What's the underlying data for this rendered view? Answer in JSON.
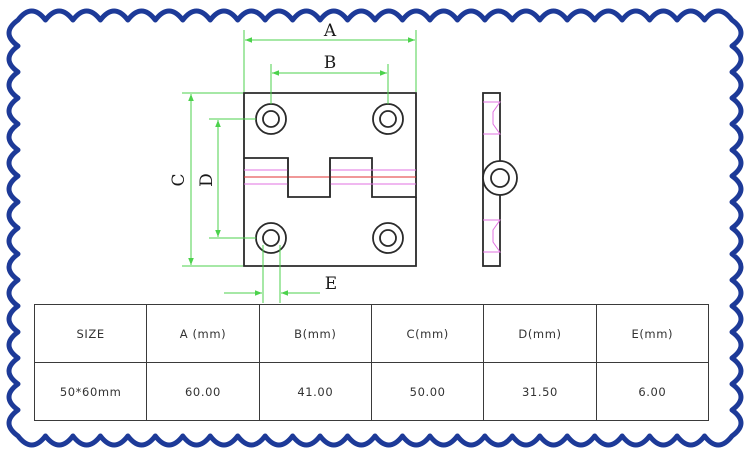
{
  "colors": {
    "border": "#1d3a98",
    "dimension_line": "#4cd24c",
    "outline": "#2a2a2a",
    "accent_magenta": "#e070e0",
    "accent_red": "#e03030"
  },
  "drawing": {
    "dim_labels": {
      "a": "A",
      "b": "B",
      "c": "C",
      "d": "D",
      "e": "E"
    }
  },
  "spec_table": {
    "headers": [
      "SIZE",
      "A (mm)",
      "B(mm)",
      "C(mm)",
      "D(mm)",
      "E(mm)"
    ],
    "rows": [
      [
        "50*60mm",
        "60.00",
        "41.00",
        "50.00",
        "31.50",
        "6.00"
      ]
    ]
  }
}
